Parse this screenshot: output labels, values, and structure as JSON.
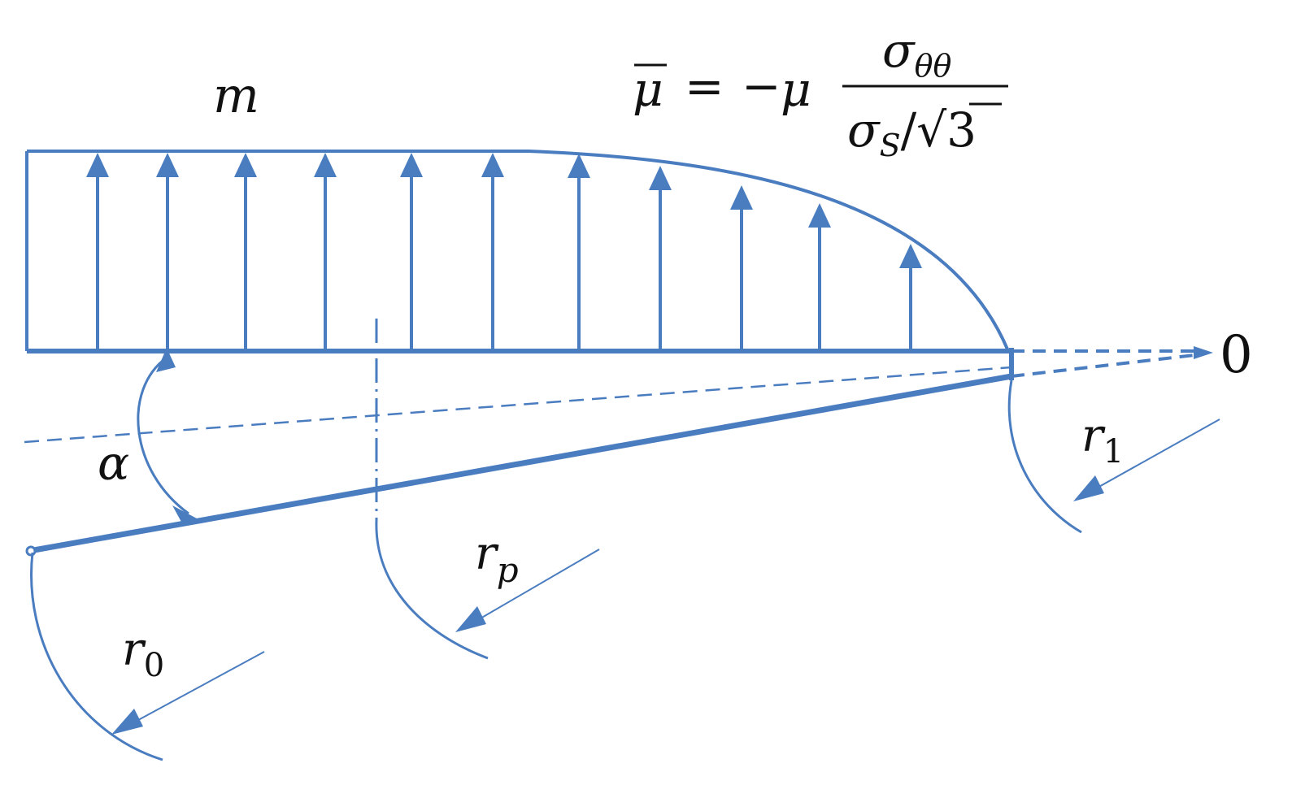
{
  "colors": {
    "accent": "#4a7cc0",
    "text": "#111111",
    "background": "#ffffff"
  },
  "labels": {
    "m": "m",
    "alpha": "α",
    "zero": "0",
    "r1_base": "r",
    "r1_sub": "1",
    "rp_base": "r",
    "rp_sub": "p",
    "r0_base": "r",
    "r0_sub": "0"
  },
  "formula": {
    "lhs": "μ",
    "equals": "=",
    "minus": "−",
    "mu": "μ",
    "num_sigma": "σ",
    "num_sub": "θθ",
    "den_sigma": "σ",
    "den_sub": "S",
    "den_slash": "/",
    "den_sqrt": "√",
    "den_three": "3"
  }
}
